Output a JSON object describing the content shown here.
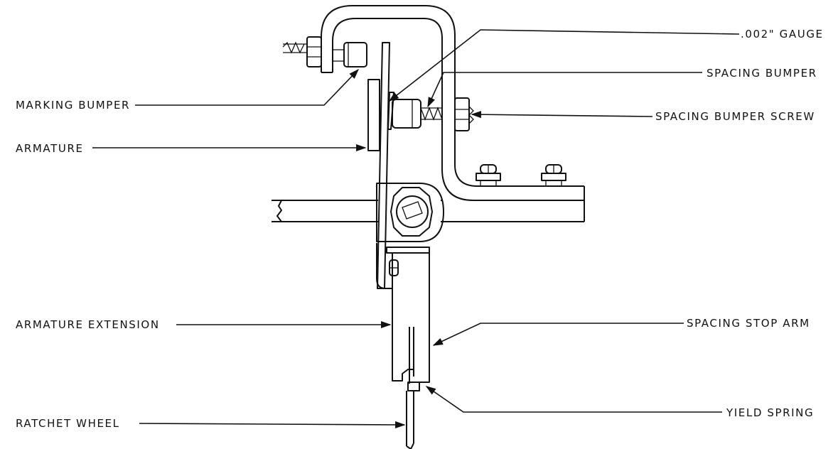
{
  "labels": {
    "gauge": ".002\" GAUGE",
    "spacing_bumper": "SPACING BUMPER",
    "spacing_bumper_screw": "SPACING BUMPER SCREW",
    "marking_bumper": "MARKING BUMPER",
    "armature": "ARMATURE",
    "armature_extension": "ARMATURE EXTENSION",
    "spacing_stop_arm": "SPACING STOP ARM",
    "yield_spring": "YIELD SPRING",
    "ratchet_wheel": "RATCHET WHEEL"
  }
}
